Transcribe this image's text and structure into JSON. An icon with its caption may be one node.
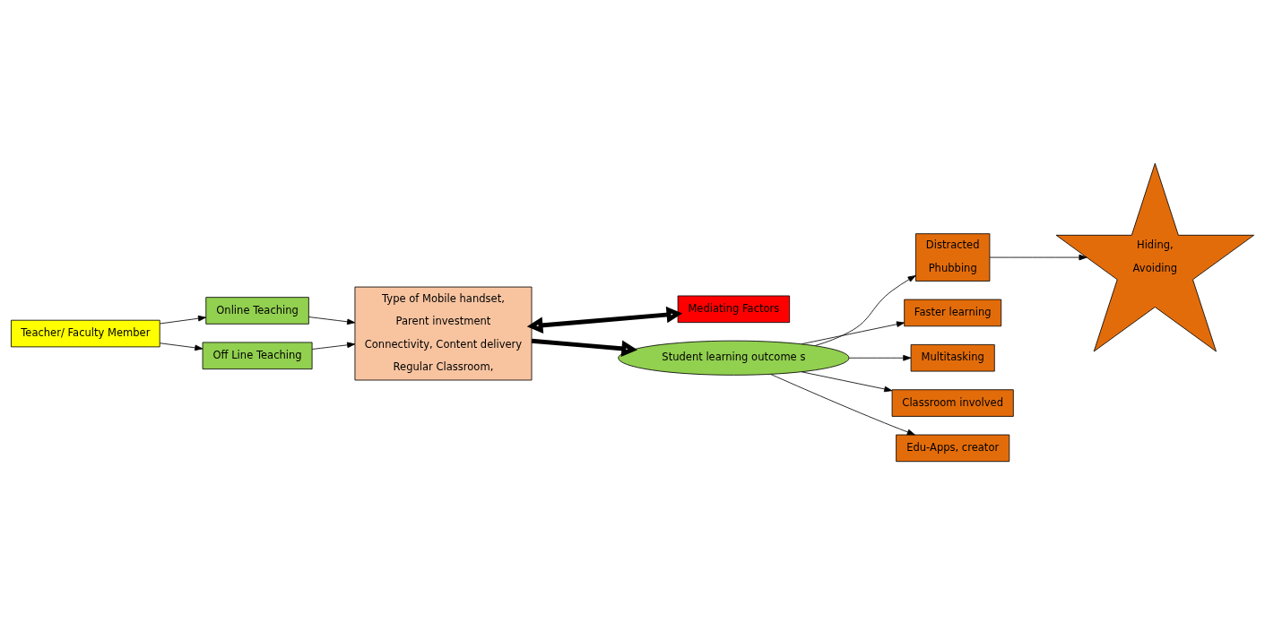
{
  "diagram": {
    "nodes": [
      {
        "text": [
          "Teacher/ Faculty Member"
        ]
      },
      {
        "text": [
          "Online Teaching"
        ]
      },
      {
        "text": [
          "Off Line Teaching"
        ]
      },
      {
        "text": [
          "Type of Mobile handset,",
          "Parent investment",
          "Connectivity, Content delivery",
          "Regular Classroom,"
        ]
      },
      {
        "text": [
          "Mediating Factors"
        ]
      },
      {
        "text": [
          "Student learning outcome s"
        ]
      },
      {
        "text": [
          "Distracted",
          "Phubbing"
        ]
      },
      {
        "text": [
          "Hiding,",
          "Avoiding"
        ]
      },
      {
        "text": [
          "Faster learning"
        ]
      },
      {
        "text": [
          "Multitasking"
        ]
      },
      {
        "text": [
          "Classroom involved"
        ]
      },
      {
        "text": [
          "Edu-Apps, creator"
        ]
      }
    ],
    "edges": [
      {
        "from": 0,
        "to": 1,
        "arrow": "to"
      },
      {
        "from": 0,
        "to": 2,
        "arrow": "to"
      },
      {
        "from": 1,
        "to": 3,
        "arrow": "to"
      },
      {
        "from": 2,
        "to": 3,
        "arrow": "to"
      },
      {
        "from": 3,
        "to": 4,
        "arrow": "both",
        "style": "thick"
      },
      {
        "from": 3,
        "to": 5,
        "arrow": "to",
        "style": "thick"
      },
      {
        "from": 5,
        "to": 6,
        "arrow": "to"
      },
      {
        "from": 6,
        "to": 7,
        "arrow": "to"
      },
      {
        "from": 5,
        "to": 8,
        "arrow": "to"
      },
      {
        "from": 5,
        "to": 9,
        "arrow": "to"
      },
      {
        "from": 5,
        "to": 10,
        "arrow": "to"
      },
      {
        "from": 5,
        "to": 11,
        "arrow": "to"
      }
    ]
  }
}
